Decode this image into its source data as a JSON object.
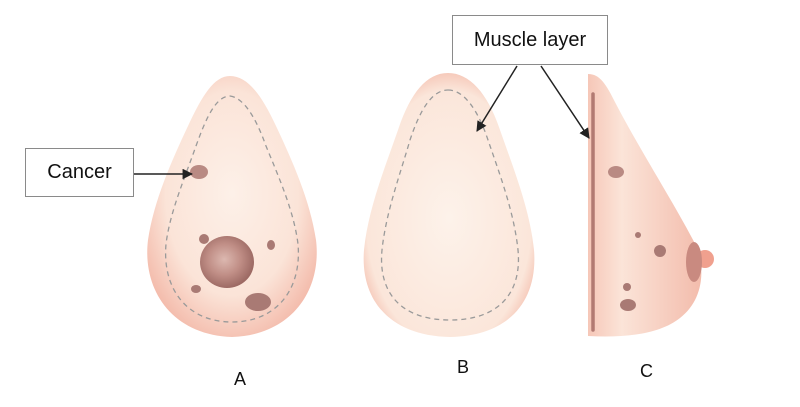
{
  "labels": {
    "cancer": "Cancer",
    "muscle_layer": "Muscle layer"
  },
  "panels": {
    "a": "A",
    "b": "B",
    "c": "C"
  },
  "colors": {
    "skin_fill": "#fbe4d8",
    "skin_edge": "#f2b4a4",
    "tumor": "#b98a83",
    "tumor_dark": "#a06e68",
    "dashed_line": "#9a9a9a",
    "muscle_line": "#b27a72",
    "arrow": "#333333"
  }
}
